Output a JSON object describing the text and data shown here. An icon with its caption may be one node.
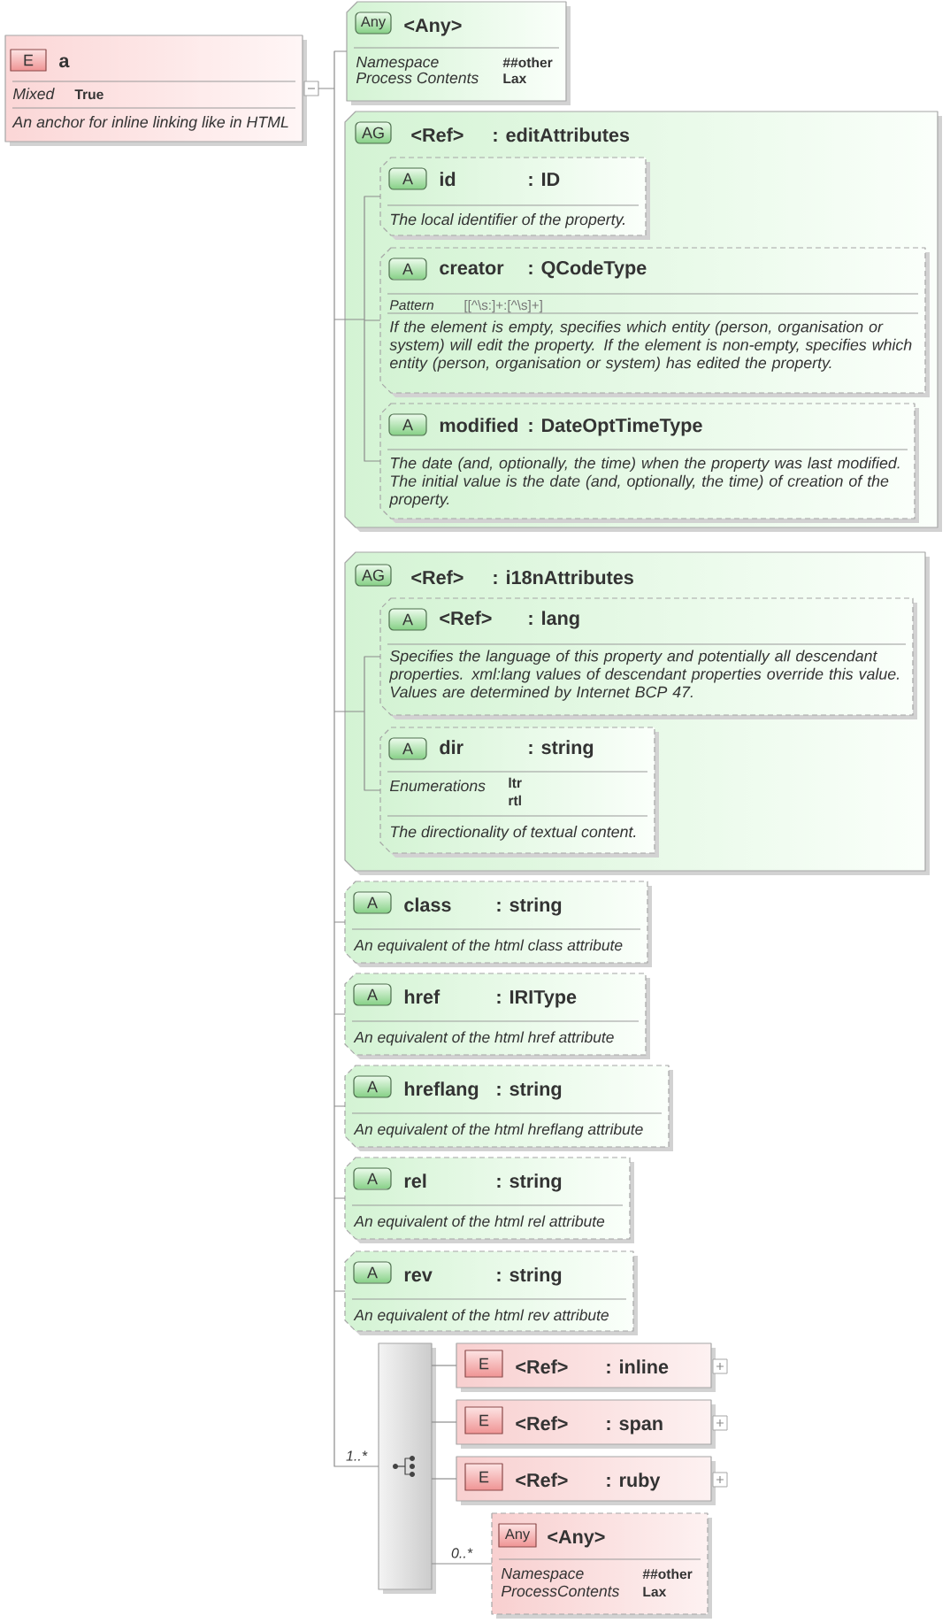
{
  "diagram": {
    "nodes": [
      {
        "text": [
          "E",
          "a",
          "Mixed",
          "True",
          "An anchor for inline linking like in HTML"
        ]
      },
      {
        "text": [
          "Any",
          "<Any>",
          "Namespace",
          "##other",
          "Process Contents",
          "Lax"
        ]
      },
      {
        "text": [
          "AG",
          "<Ref>",
          ": editAttributes"
        ]
      },
      {
        "text": [
          "A",
          "id",
          ": ID",
          "The local identifier of the property."
        ],
        "in": 2
      },
      {
        "text": [
          "A",
          "creator",
          ": QCodeType",
          "Pattern",
          "[[^\\s:]+:[^\\s]+]",
          "If the element is empty, specifies which entity (person, organisation or system) will edit the property. If the element is non-empty, specifies which entity (person, organisation or system) has edited the property."
        ],
        "in": 2
      },
      {
        "text": [
          "A",
          "modified",
          ": DateOptTimeType",
          "The date (and, optionally, the time) when the property was last modified. The initial value is the date (and, optionally, the time) of creation of the property."
        ],
        "in": 2
      },
      {
        "text": [
          "AG",
          "<Ref>",
          ": i18nAttributes"
        ]
      },
      {
        "text": [
          "A",
          "<Ref>",
          ": lang",
          "Specifies the language of this property and potentially all descendant properties. xml:lang values of descendant properties override this value. Values are determined by Internet BCP 47."
        ],
        "in": 6
      },
      {
        "text": [
          "A",
          "dir",
          ": string",
          "Enumerations",
          "ltr",
          "rtl",
          "The directionality of textual content."
        ],
        "in": 6
      },
      {
        "text": [
          "A",
          "class",
          ": string",
          "An equivalent of the html class attribute"
        ]
      },
      {
        "text": [
          "A",
          "href",
          ": IRIType",
          "An equivalent of the html href attribute"
        ]
      },
      {
        "text": [
          "A",
          "hreflang",
          ": string",
          "An equivalent of the html hreflang attribute"
        ]
      },
      {
        "text": [
          "A",
          "rel",
          ": string",
          "An equivalent of the html rel attribute"
        ]
      },
      {
        "text": [
          "A",
          "rev",
          ": string",
          "An equivalent of the html rev attribute"
        ]
      },
      {
        "text": [],
        "shape": "bar"
      },
      {
        "text": [
          "E",
          "<Ref>",
          ": inline"
        ]
      },
      {
        "text": [
          "E",
          "<Ref>",
          ": span"
        ]
      },
      {
        "text": [
          "E",
          "<Ref>",
          ": ruby"
        ]
      },
      {
        "text": [
          "Any",
          "<Any>",
          "Namespace",
          "##other",
          "ProcessContents",
          "Lax"
        ]
      }
    ],
    "edges": [
      {
        "from": 0,
        "to": 1,
        "arrow": "none"
      },
      {
        "from": 0,
        "to": 2,
        "arrow": "none"
      },
      {
        "from": 0,
        "to": 6,
        "arrow": "none"
      },
      {
        "from": 0,
        "to": 9,
        "arrow": "none"
      },
      {
        "from": 0,
        "to": 10,
        "arrow": "none"
      },
      {
        "from": 0,
        "to": 11,
        "arrow": "none"
      },
      {
        "from": 0,
        "to": 12,
        "arrow": "none"
      },
      {
        "from": 0,
        "to": 13,
        "arrow": "none"
      },
      {
        "from": 0,
        "to": 14,
        "arrow": "none",
        "label": "1..*"
      },
      {
        "from": 2,
        "to": 3,
        "arrow": "none"
      },
      {
        "from": 2,
        "to": 4,
        "arrow": "none"
      },
      {
        "from": 2,
        "to": 5,
        "arrow": "none"
      },
      {
        "from": 6,
        "to": 7,
        "arrow": "none"
      },
      {
        "from": 6,
        "to": 8,
        "arrow": "none"
      },
      {
        "from": 14,
        "to": 15,
        "arrow": "none"
      },
      {
        "from": 14,
        "to": 16,
        "arrow": "none"
      },
      {
        "from": 14,
        "to": 17,
        "arrow": "none"
      },
      {
        "from": 14,
        "to": 18,
        "arrow": "none",
        "label": "0..*"
      }
    ]
  }
}
